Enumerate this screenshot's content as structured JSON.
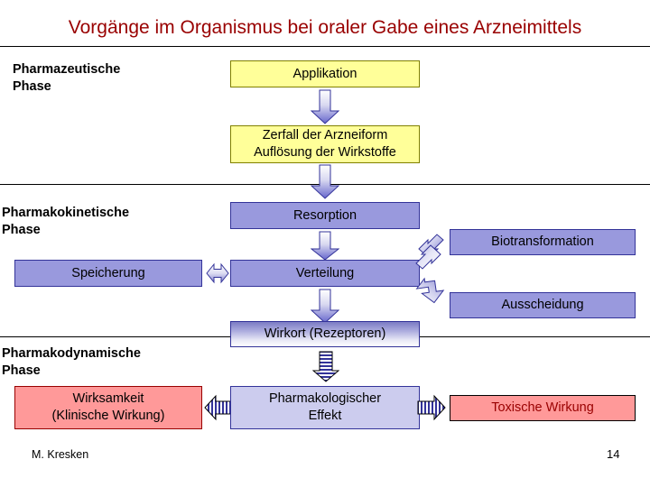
{
  "slide": {
    "title": "Vorgänge im Organismus bei oraler Gabe eines Arzneimittels",
    "footer_author": "M. Kresken",
    "page_number": "14"
  },
  "colors": {
    "title_red": "#990000",
    "box_yellow_fill": "#ffff99",
    "box_yellow_border": "#808000",
    "box_blue_fill": "#9999dd",
    "box_lightblue_fill": "#ccccee",
    "box_blue_border": "#333399",
    "box_salmon_fill": "#ff9999",
    "box_salmon_border": "#990000",
    "arrow_blue": "#6666cc",
    "stripe_navy": "#333399"
  },
  "phases": [
    {
      "id": "pharmazeutische",
      "label": "Pharmazeutische\nPhase"
    },
    {
      "id": "pharmakokinetische",
      "label": "Pharmakokinetische\nPhase"
    },
    {
      "id": "pharmakodynamische",
      "label": "Pharmakodynamische\nPhase"
    }
  ],
  "boxes": {
    "applikation": "Applikation",
    "zerfall": "Zerfall der Arzneiform\nAuflösung der Wirkstoffe",
    "resorption": "Resorption",
    "speicherung": "Speicherung",
    "verteilung": "Verteilung",
    "biotransformation": "Biotransformation",
    "ausscheidung": "Ausscheidung",
    "wirkort": "Wirkort (Rezeptoren)",
    "wirksamkeit": "Wirksamkeit\n(Klinische Wirkung)",
    "pharmakologischer_effekt": "Pharmakologischer\nEffekt",
    "toxische_wirkung": "Toxische Wirkung"
  },
  "arrows": [
    {
      "id": "applikation-to-zerfall",
      "icon": "arrow-down-icon",
      "style": "gradient-block"
    },
    {
      "id": "zerfall-to-resorption",
      "icon": "arrow-down-icon",
      "style": "gradient-block"
    },
    {
      "id": "resorption-to-verteilung",
      "icon": "arrow-down-icon",
      "style": "gradient-block"
    },
    {
      "id": "speicherung-verteilung",
      "icon": "arrow-left-right-icon",
      "style": "gradient-block"
    },
    {
      "id": "verteilung-to-biotransformation",
      "icon": "arrow-bent-double-icon",
      "style": "gradient-block"
    },
    {
      "id": "verteilung-to-ausscheidung",
      "icon": "arrow-bent-icon",
      "style": "gradient-block"
    },
    {
      "id": "verteilung-to-wirkort",
      "icon": "arrow-down-icon",
      "style": "gradient-block"
    },
    {
      "id": "wirkort-to-effekt",
      "icon": "arrow-down-striped-icon",
      "style": "striped"
    },
    {
      "id": "effekt-to-wirksamkeit",
      "icon": "arrow-left-striped-icon",
      "style": "striped"
    },
    {
      "id": "effekt-to-toxische",
      "icon": "arrow-right-striped-icon",
      "style": "striped"
    }
  ]
}
